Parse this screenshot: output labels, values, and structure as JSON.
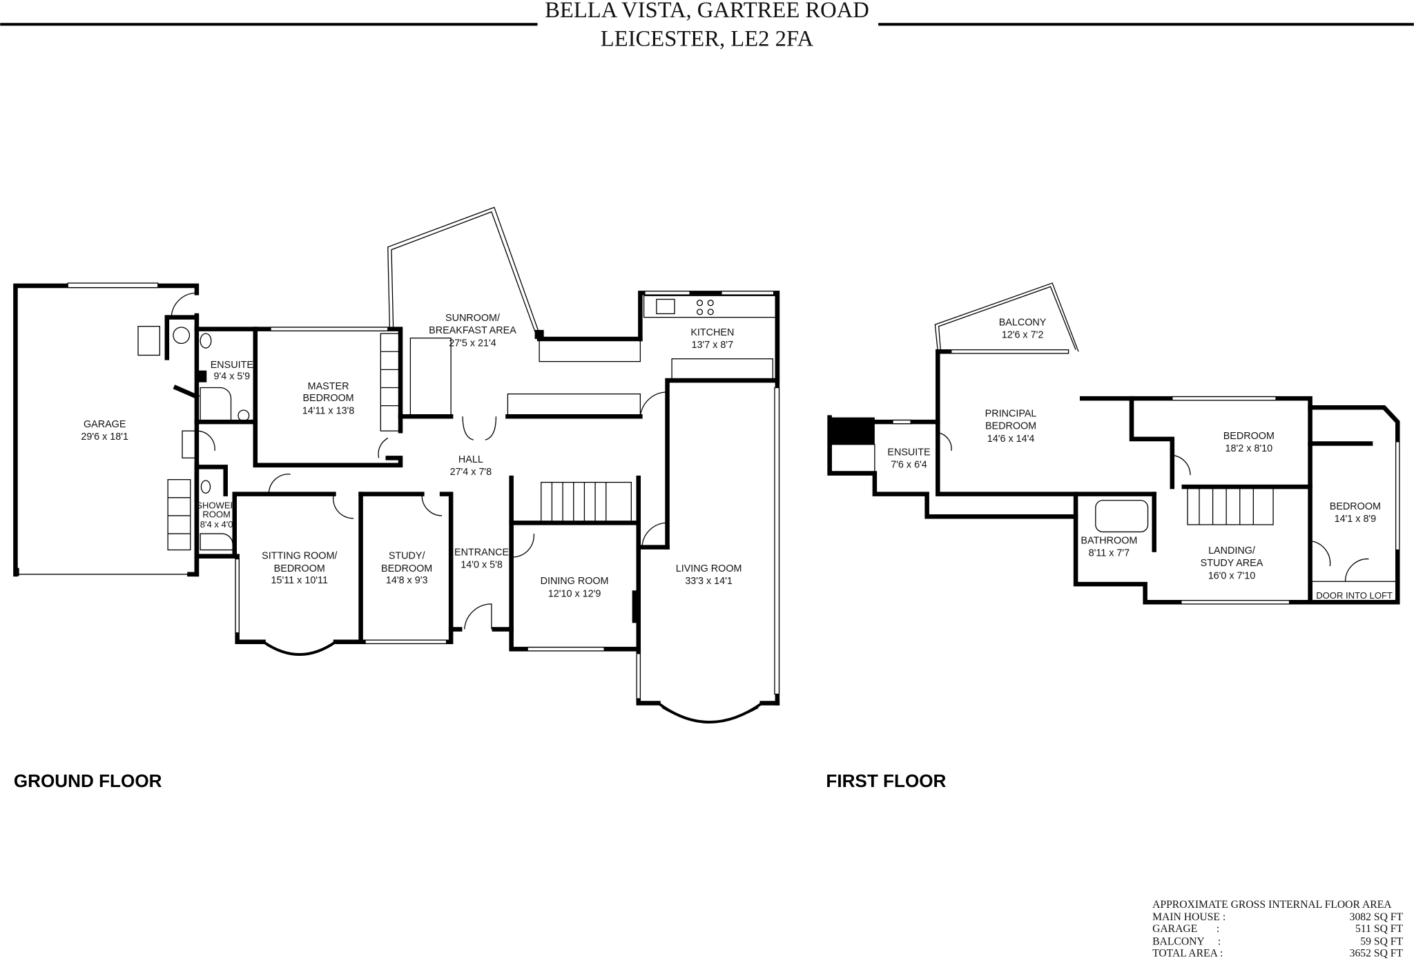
{
  "header": {
    "line1": "BELLA VISTA, GARTREE ROAD",
    "line2": "LEICESTER, LE2 2FA"
  },
  "ground_floor": {
    "label": "GROUND FLOOR",
    "rooms": [
      {
        "lines": [
          "GARAGE"
        ],
        "dims": "29'6 x 18'1"
      },
      {
        "lines": [
          "ENSUITE"
        ],
        "dims": "9'4 x 5'9"
      },
      {
        "lines": [
          "MASTER",
          "BEDROOM"
        ],
        "dims": "14'11 x 13'8"
      },
      {
        "lines": [
          "SUNROOM/",
          "BREAKFAST AREA"
        ],
        "dims": "27'5 x 21'4"
      },
      {
        "lines": [
          "KITCHEN"
        ],
        "dims": "13'7 x 8'7"
      },
      {
        "lines": [
          "HALL"
        ],
        "dims": "27'4 x 7'8"
      },
      {
        "lines": [
          "SHOWER",
          "ROOM"
        ],
        "dims": "8'4 x 4'0"
      },
      {
        "lines": [
          "SITTING ROOM/",
          "BEDROOM"
        ],
        "dims": "15'11 x 10'11"
      },
      {
        "lines": [
          "STUDY/",
          "BEDROOM"
        ],
        "dims": "14'8 x 9'3"
      },
      {
        "lines": [
          "ENTRANCE"
        ],
        "dims": "14'0 x 5'8"
      },
      {
        "lines": [
          "DINING ROOM"
        ],
        "dims": "12'10 x 12'9"
      },
      {
        "lines": [
          "LIVING ROOM"
        ],
        "dims": "33'3 x 14'1"
      }
    ]
  },
  "first_floor": {
    "label": "FIRST FLOOR",
    "rooms": [
      {
        "lines": [
          "BALCONY"
        ],
        "dims": "12'6 x 7'2"
      },
      {
        "lines": [
          "PRINCIPAL",
          "BEDROOM"
        ],
        "dims": "14'6 x 14'4"
      },
      {
        "lines": [
          "ENSUITE"
        ],
        "dims": "7'6 x 6'4"
      },
      {
        "lines": [
          "BEDROOM"
        ],
        "dims": "18'2 x 8'10"
      },
      {
        "lines": [
          "BEDROOM"
        ],
        "dims": "14'1 x 8'9"
      },
      {
        "lines": [
          "BATHROOM"
        ],
        "dims": "8'11 x 7'7"
      },
      {
        "lines": [
          "LANDING/",
          "STUDY AREA"
        ],
        "dims": "16'0 x 7'10"
      },
      {
        "lines": [
          "DOOR INTO LOFT"
        ]
      }
    ]
  },
  "area_table": {
    "heading": "APPROXIMATE GROSS INTERNAL FLOOR AREA",
    "rows": [
      {
        "label": "MAIN HOUSE :",
        "value": "3082 SQ FT"
      },
      {
        "label": "GARAGE       :",
        "value": "511 SQ FT"
      },
      {
        "label": "BALCONY     :",
        "value": "59 SQ FT"
      },
      {
        "label": "TOTAL AREA :",
        "value": "3652 SQ FT"
      }
    ]
  }
}
